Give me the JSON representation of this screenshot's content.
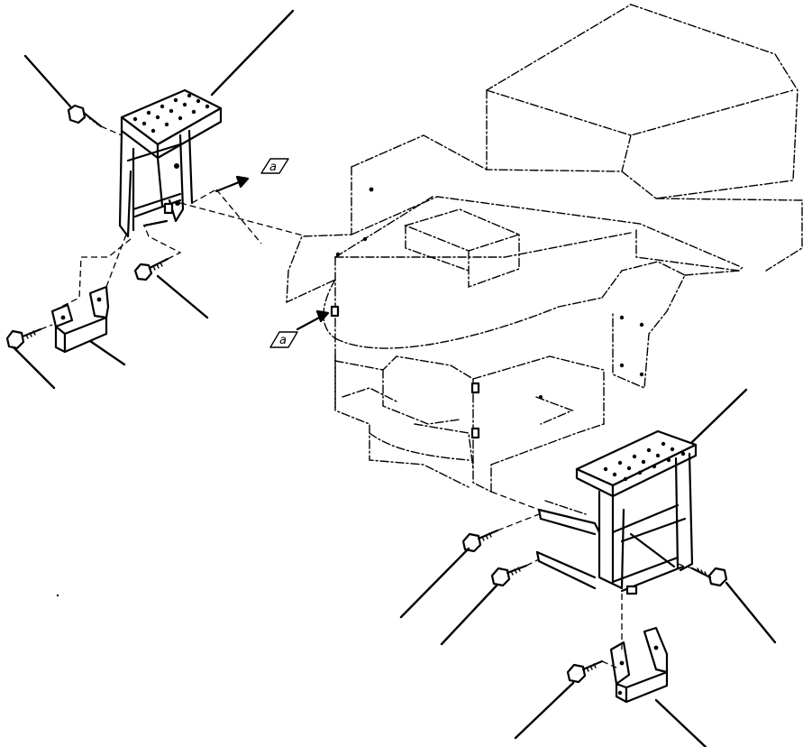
{
  "diagram": {
    "reference_marks": [
      {
        "id": "ref-upper",
        "label": "a"
      },
      {
        "id": "ref-lower",
        "label": "a"
      }
    ],
    "icons": [
      "step-assembly-icon",
      "bolt-icon",
      "bracket-icon",
      "arrow-icon"
    ]
  }
}
